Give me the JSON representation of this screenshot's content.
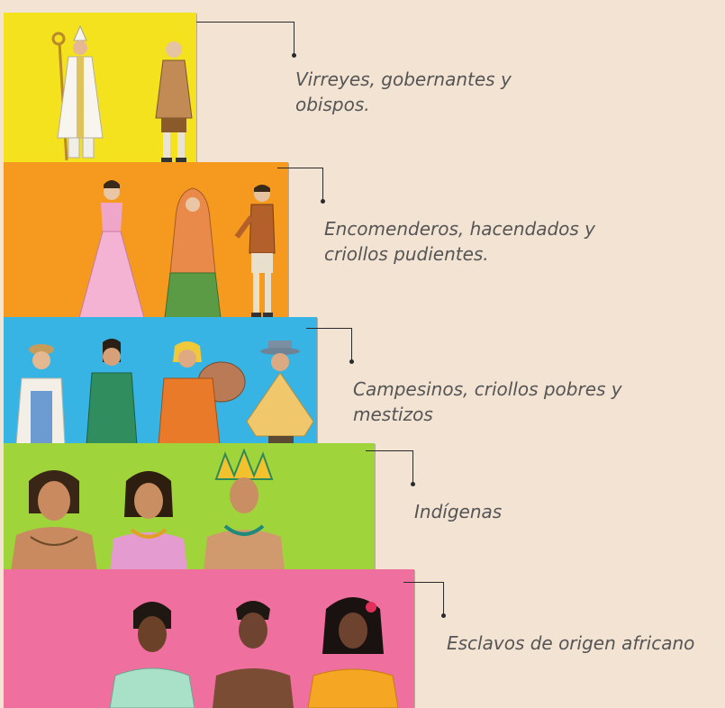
{
  "tiers": [
    {
      "label_lines": [
        "Virreyes, gobernantes y",
        "obispos."
      ],
      "color": "#f5e21f"
    },
    {
      "label_lines": [
        "Encomenderos, hacendados y",
        "criollos pudientes."
      ],
      "color": "#f59a1e"
    },
    {
      "label_lines": [
        "Campesinos, criollos pobres y",
        "mestizos"
      ],
      "color": "#37b4e4"
    },
    {
      "label_lines": [
        "Indígenas"
      ],
      "color": "#9fd53b"
    },
    {
      "label_lines": [
        "Esclavos de origen africano"
      ],
      "color": "#ef6f9e"
    }
  ]
}
